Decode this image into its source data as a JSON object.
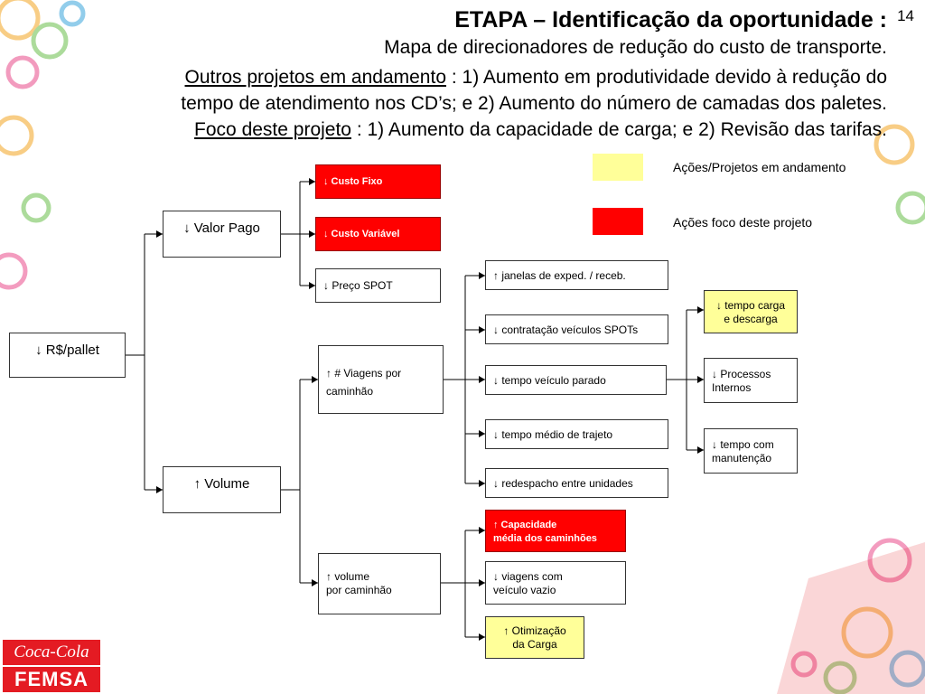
{
  "header": {
    "title": "ETAPA – Identificação da oportunidade :",
    "page_number": "14",
    "subtitle": "Mapa de direcionadores de redução do custo de transporte.",
    "outros_label": "Outros projetos em andamento",
    "outros_text_1": " : 1) Aumento em produtividade devido à redução do",
    "outros_text_2": "tempo de atendimento nos CD’s; e  2) Aumento do número de camadas dos paletes.",
    "foco_label": "Foco deste projeto",
    "foco_text": " : 1) Aumento da capacidade de carga; e 2) Revisão das tarifas."
  },
  "legend": {
    "andamento_label": "Ações/Projetos em andamento",
    "andamento_color": "#ffff99",
    "foco_label": "Ações foco deste projeto",
    "foco_color": "#ff0000"
  },
  "nodes": {
    "rs_pallet": "↓ R$/pallet",
    "valor_pago": "↓ Valor Pago",
    "volume": "↑ Volume",
    "custo_fixo": "↓ Custo Fixo",
    "custo_variavel": "↓ Custo Variável",
    "preco_spot": "↓ Preço SPOT",
    "viagens_caminhao": "↑ # Viagens por\ncaminhão",
    "volume_caminhao": "↑ volume\npor caminhão",
    "janelas": "↑ janelas de exped. / receb.",
    "contratacao": "↓ contratação veículos SPOTs",
    "tempo_parado": "↓ tempo veículo parado",
    "tempo_medio": "↓ tempo médio de trajeto",
    "redespacho": "↓ redespacho entre unidades",
    "capacidade": "↑ Capacidade\nmédia dos caminhões",
    "viagens_vazio": "↓ viagens com\nveículo vazio",
    "otimizacao": "↑ Otimização\nda Carga",
    "tempo_carga": "↓ tempo carga\ne descarga",
    "processos": "↓ Processos\nInternos",
    "tempo_manutencao": "↓ tempo com\nmanutenção"
  },
  "logos": {
    "coca_cola": "Coca-Cola",
    "femsa": "FEMSA"
  }
}
